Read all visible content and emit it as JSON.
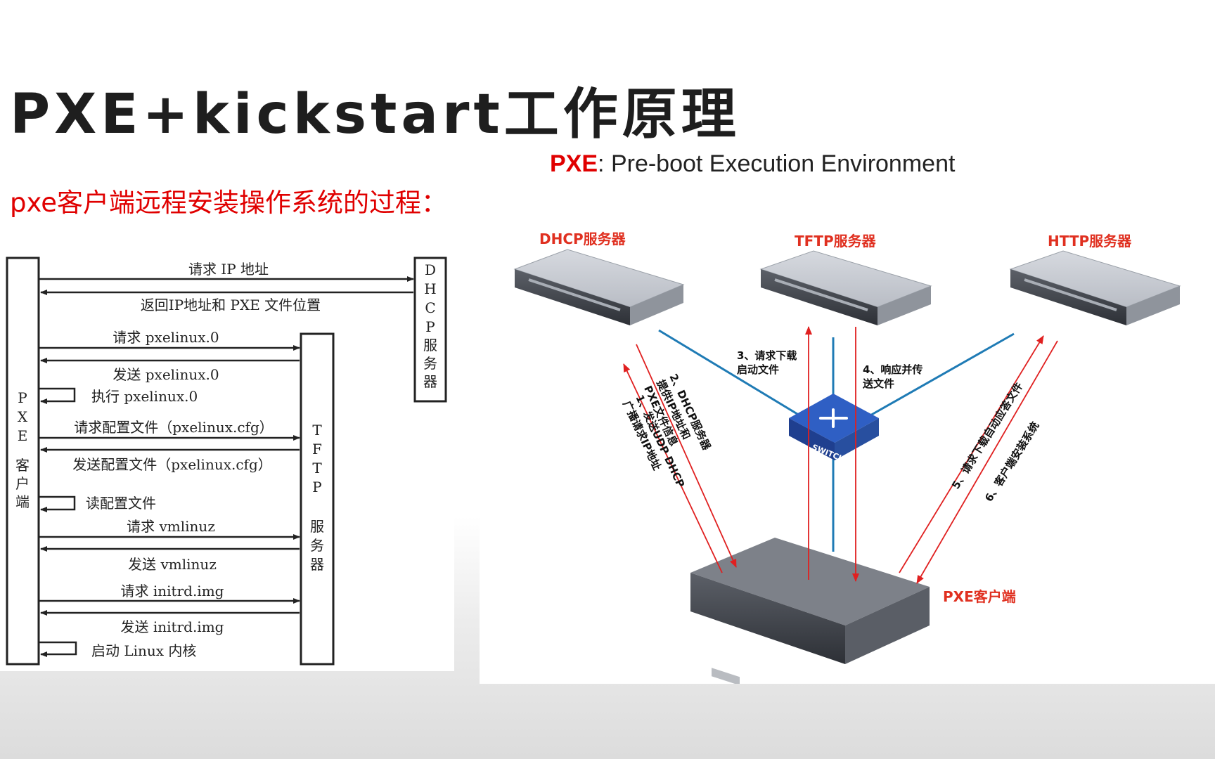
{
  "title": "PXE+kickstart工作原理",
  "pxe_acronym": "PXE",
  "pxe_definition": ": Pre-boot Execution Environment",
  "subtitle": "pxe客户端远程安装操作系统的过程：",
  "sequence": {
    "client_label": [
      "P",
      "X",
      "E",
      "客",
      "户",
      "端"
    ],
    "dhcp_label": [
      "D",
      "H",
      "C",
      "P",
      "服",
      "务",
      "器"
    ],
    "tftp_label": [
      "T",
      "F",
      "T",
      "P",
      "服",
      "务",
      "器"
    ],
    "messages": [
      "请求 IP 地址",
      "返回IP地址和 PXE 文件位置",
      "请求 pxelinux.0",
      "发送 pxelinux.0",
      "执行 pxelinux.0",
      "请求配置文件（pxelinux.cfg）",
      "发送配置文件（pxelinux.cfg）",
      "读配置文件",
      "请求 vmlinuz",
      "发送 vmlinuz",
      "请求 initrd.img",
      "发送 initrd.img",
      "启动 Linux 内核"
    ]
  },
  "network": {
    "dhcp_server": "DHCP服务器",
    "tftp_server": "TFTP服务器",
    "http_server": "HTTP服务器",
    "client": "PXE客户端",
    "switch": "SWITCH",
    "step1": [
      "1、发送UDP DHCP",
      "广播请求IP地址"
    ],
    "step2": [
      "2、DHCP服务器",
      "提供IP地址和",
      "PXE文件信息"
    ],
    "step3": [
      "3、请求下载",
      "启动文件"
    ],
    "step4": [
      "4、响应并传",
      "送文件"
    ],
    "step5": "5、请求下载自动应答文件",
    "step6": "6、客户端安装系统",
    "label_color": "#e03020",
    "link_color": "#1f7bb5",
    "arrow_color": "#e02020"
  }
}
